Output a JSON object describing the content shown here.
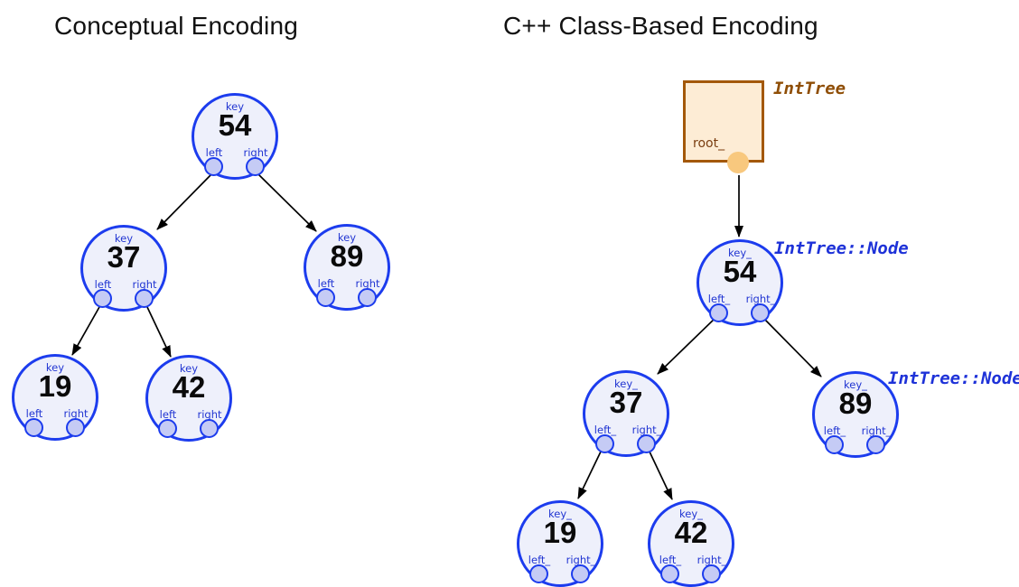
{
  "left_panel": {
    "title": "Conceptual Encoding",
    "nodes": [
      {
        "key_label": "key",
        "value": "54",
        "left_label": "left",
        "right_label": "right"
      },
      {
        "key_label": "key",
        "value": "37",
        "left_label": "left",
        "right_label": "right"
      },
      {
        "key_label": "key",
        "value": "89",
        "left_label": "left",
        "right_label": "right"
      },
      {
        "key_label": "key",
        "value": "19",
        "left_label": "left",
        "right_label": "right"
      },
      {
        "key_label": "key",
        "value": "42",
        "left_label": "left",
        "right_label": "right"
      }
    ]
  },
  "right_panel": {
    "title": "C++ Class-Based Encoding",
    "tree_object": {
      "class_label": "IntTree",
      "field_label": "root_"
    },
    "nodes": [
      {
        "key_label": "key_",
        "value": "54",
        "left_label": "left_",
        "right_label": "right_",
        "type_label": "IntTree::Node"
      },
      {
        "key_label": "key_",
        "value": "37",
        "left_label": "left_",
        "right_label": "right_"
      },
      {
        "key_label": "key_",
        "value": "89",
        "left_label": "left_",
        "right_label": "right_",
        "type_label": "IntTree::Node"
      },
      {
        "key_label": "key_",
        "value": "19",
        "left_label": "left_",
        "right_label": "right_"
      },
      {
        "key_label": "key_",
        "value": "42",
        "left_label": "left_",
        "right_label": "right_"
      }
    ]
  },
  "structure": {
    "values": [
      54,
      37,
      89,
      19,
      42
    ],
    "left_tree_edges": [
      {
        "from": "54",
        "port": "left",
        "to": "37"
      },
      {
        "from": "54",
        "port": "right",
        "to": "89"
      },
      {
        "from": "37",
        "port": "left",
        "to": "19"
      },
      {
        "from": "37",
        "port": "right",
        "to": "42"
      }
    ],
    "right_tree_edges": [
      {
        "from": "IntTree",
        "port": "root_",
        "to": "54"
      },
      {
        "from": "54",
        "port": "left_",
        "to": "37"
      },
      {
        "from": "54",
        "port": "right_",
        "to": "89"
      },
      {
        "from": "37",
        "port": "left_",
        "to": "19"
      },
      {
        "from": "37",
        "port": "right_",
        "to": "42"
      }
    ]
  },
  "colors": {
    "node_border": "#1c3cee",
    "node_fill": "#eef0fb",
    "port_fill": "#c5cbf5",
    "node_label_text": "#2135d2",
    "node_value_text": "#0a0a0a",
    "box_border": "#a3580a",
    "box_fill": "#fdecd5",
    "box_port_fill": "#f8c87e",
    "box_field_text": "#7a3d10",
    "inttree_label_text": "#8f4e06",
    "node_class_label_text": "#1e32d8",
    "arrow": "#000000"
  }
}
